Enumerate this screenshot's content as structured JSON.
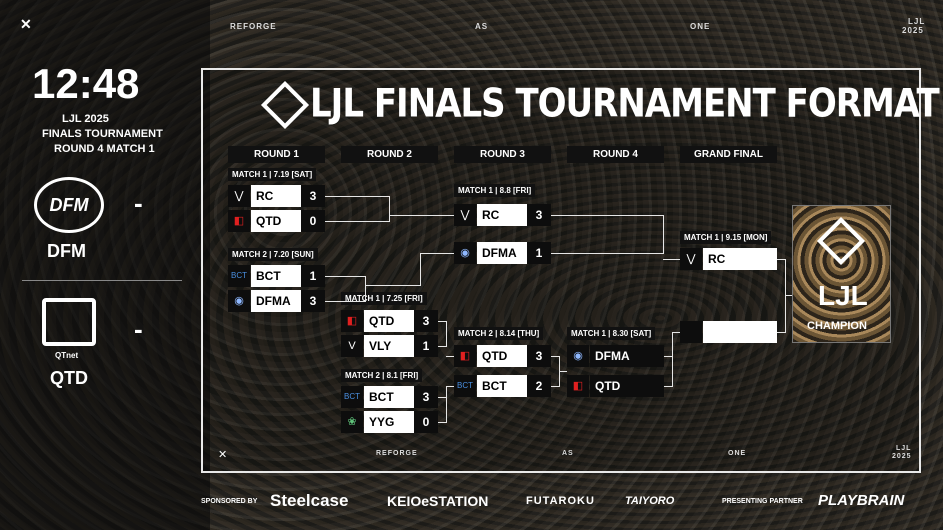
{
  "top_bar": {
    "words": [
      "REFORGE",
      "AS",
      "ONE"
    ],
    "ljl_year_a": "LJL",
    "ljl_year_b": "2025"
  },
  "left": {
    "clock": "12:48",
    "event_line1": "LJL 2025",
    "event_line2": "FINALS TOURNAMENT",
    "event_line3": "ROUND 4 MATCH 1",
    "team1": {
      "name": "DFM",
      "score": "-",
      "logo_text": "DFM"
    },
    "team2": {
      "name": "QTD",
      "score": "-",
      "logo_sub": "QTnet"
    }
  },
  "title": "LJL FINALS TOURNAMENT FORMAT",
  "rounds": [
    "ROUND 1",
    "ROUND 2",
    "ROUND 3",
    "ROUND 4",
    "GRAND FINAL"
  ],
  "matches": {
    "r1m1": {
      "label": "MATCH 1 | 7.19 [SAT]",
      "a": {
        "team": "RC",
        "score": "3"
      },
      "b": {
        "team": "QTD",
        "score": "0"
      }
    },
    "r1m2": {
      "label": "MATCH 2 | 7.20 [SUN]",
      "a": {
        "team": "BCT",
        "score": "1"
      },
      "b": {
        "team": "DFMA",
        "score": "3"
      }
    },
    "r2m1": {
      "label": "MATCH 1 | 7.25 [FRI]",
      "a": {
        "team": "QTD",
        "score": "3"
      },
      "b": {
        "team": "VLY",
        "score": "1"
      }
    },
    "r2m2": {
      "label": "MATCH 2 | 8.1 [FRI]",
      "a": {
        "team": "BCT",
        "score": "3"
      },
      "b": {
        "team": "YYG",
        "score": "0"
      }
    },
    "r3m1": {
      "label": "MATCH 1 | 8.8 [FRI]",
      "a": {
        "team": "RC",
        "score": "3"
      },
      "b": {
        "team": "DFMA",
        "score": "1"
      }
    },
    "r3m2": {
      "label": "MATCH 2 | 8.14 [THU]",
      "a": {
        "team": "QTD",
        "score": "3"
      },
      "b": {
        "team": "BCT",
        "score": "2"
      }
    },
    "r4m1": {
      "label": "MATCH 1 | 8.30 [SAT]",
      "a": {
        "team": "DFMA",
        "score": ""
      },
      "b": {
        "team": "QTD",
        "score": ""
      }
    },
    "gf": {
      "label": "MATCH 1 | 9.15 [MON]",
      "a": {
        "team": "RC"
      },
      "b": {
        "team": ""
      }
    }
  },
  "champion": {
    "logo_text": "LJL",
    "label": "CHAMPION"
  },
  "panel_footer": {
    "words": [
      "REFORGE",
      "AS",
      "ONE"
    ],
    "ljl_a": "LJL",
    "ljl_b": "2025"
  },
  "footer": {
    "sponsored_by": "SPONSORED BY",
    "sponsors": [
      "Steelcase",
      "KEIOeSTATION",
      "FUTAROKU",
      "TAIYORO"
    ],
    "presenting_partner": "PRESENTING PARTNER",
    "partner": "PLAYBRAIN"
  }
}
